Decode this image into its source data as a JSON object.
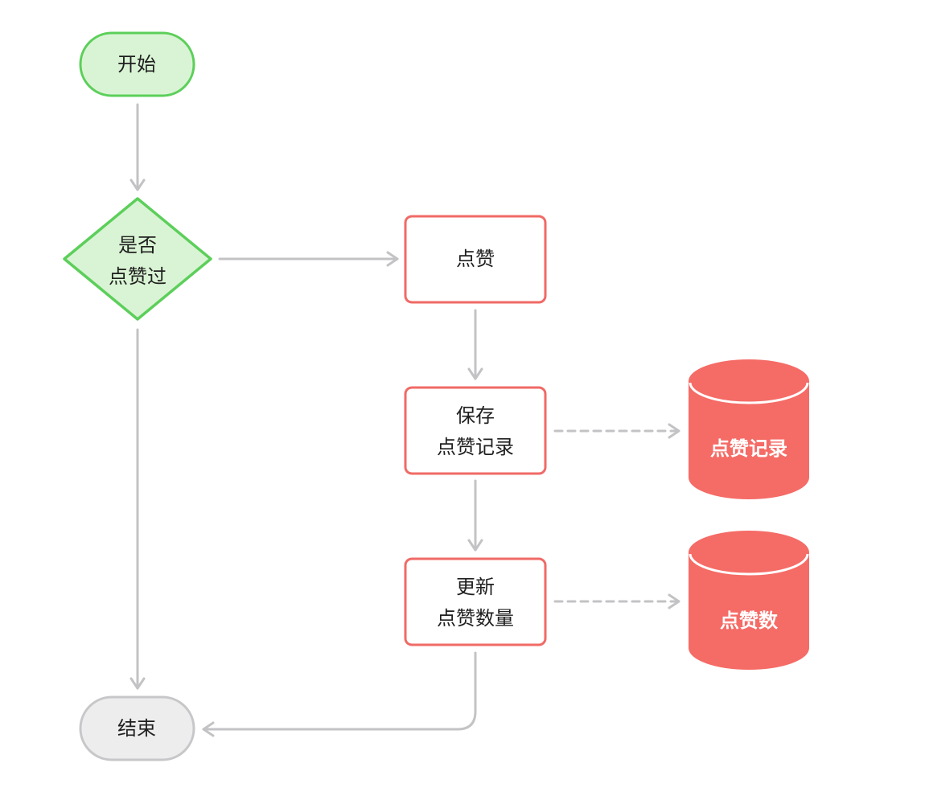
{
  "colors": {
    "start_fill": "#d9f4d4",
    "start_stroke": "#5ccf5a",
    "process_fill": "#ffffff",
    "process_stroke": "#f06a66",
    "db_fill": "#f56b66",
    "db_rim": "#ffffff",
    "db_text": "#ffffff",
    "end_fill": "#ededed",
    "end_stroke": "#c7c7ca",
    "edge": "#c3c3c6",
    "text": "#1f1f1f"
  },
  "nodes": {
    "start": {
      "shape": "terminal",
      "lines": [
        "开始"
      ]
    },
    "decision": {
      "shape": "diamond",
      "lines": [
        "是否",
        "点赞过"
      ]
    },
    "like": {
      "shape": "process",
      "lines": [
        "点赞"
      ]
    },
    "save_record": {
      "shape": "process",
      "lines": [
        "保存",
        "点赞记录"
      ]
    },
    "update_count": {
      "shape": "process",
      "lines": [
        "更新",
        "点赞数量"
      ]
    },
    "end": {
      "shape": "terminal",
      "lines": [
        "结束"
      ]
    },
    "db_records": {
      "shape": "database",
      "lines": [
        "点赞记录"
      ]
    },
    "db_count": {
      "shape": "database",
      "lines": [
        "点赞数"
      ]
    }
  },
  "edges": [
    {
      "from": "start",
      "to": "decision",
      "style": "solid"
    },
    {
      "from": "decision",
      "to": "like",
      "style": "solid"
    },
    {
      "from": "decision",
      "to": "end",
      "style": "solid"
    },
    {
      "from": "like",
      "to": "save_record",
      "style": "solid"
    },
    {
      "from": "save_record",
      "to": "update_count",
      "style": "solid"
    },
    {
      "from": "save_record",
      "to": "db_records",
      "style": "dashed"
    },
    {
      "from": "update_count",
      "to": "db_count",
      "style": "dashed"
    },
    {
      "from": "update_count",
      "to": "end",
      "style": "solid"
    }
  ]
}
